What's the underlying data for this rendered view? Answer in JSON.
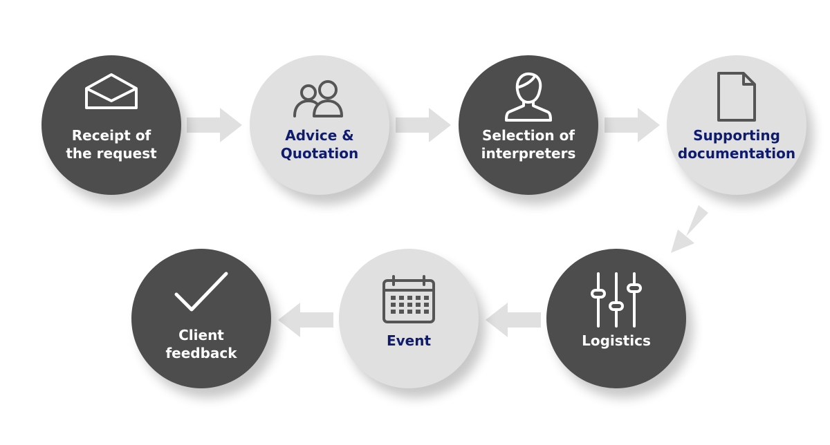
{
  "colors": {
    "dark_circle": "#4d4d4d",
    "light_circle": "#e0e0e0",
    "dark_text": "#ffffff",
    "light_text": "#0f1c6e",
    "arrow": "#e0e0e0",
    "icon_on_dark": "#ffffff",
    "icon_on_light": "#555555"
  },
  "steps": [
    {
      "label": "Receipt of\nthe request",
      "icon": "envelope-icon",
      "style": "dark"
    },
    {
      "label": "Advice &\nQuotation",
      "icon": "users-icon",
      "style": "light"
    },
    {
      "label": "Selection of\ninterpreters",
      "icon": "person-icon",
      "style": "dark"
    },
    {
      "label": "Supporting\ndocumentation",
      "icon": "document-icon",
      "style": "light"
    },
    {
      "label": "Logistics",
      "icon": "sliders-icon",
      "style": "dark"
    },
    {
      "label": "Event",
      "icon": "calendar-icon",
      "style": "light"
    },
    {
      "label": "Client\nfeedback",
      "icon": "checkmark-icon",
      "style": "dark"
    }
  ]
}
